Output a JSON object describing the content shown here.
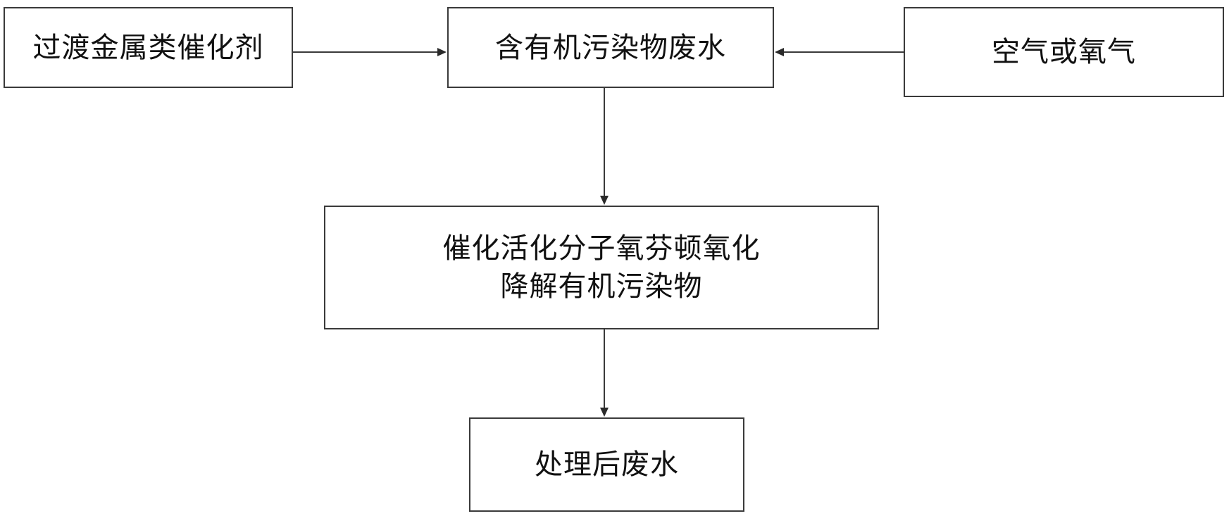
{
  "diagram": {
    "nodes": {
      "catalyst": "过渡金属类催化剂",
      "wastewater": "含有机污染物废水",
      "oxygen": "空气或氧气",
      "process": "催化活化分子氧芬顿氧化\n降解有机污染物",
      "treated": "处理后废水"
    },
    "edges": [
      {
        "from": "catalyst",
        "to": "wastewater"
      },
      {
        "from": "oxygen",
        "to": "wastewater"
      },
      {
        "from": "wastewater",
        "to": "process"
      },
      {
        "from": "process",
        "to": "treated"
      }
    ],
    "colors": {
      "line": "#3a3a3a",
      "text": "#111111",
      "background": "#ffffff"
    }
  }
}
